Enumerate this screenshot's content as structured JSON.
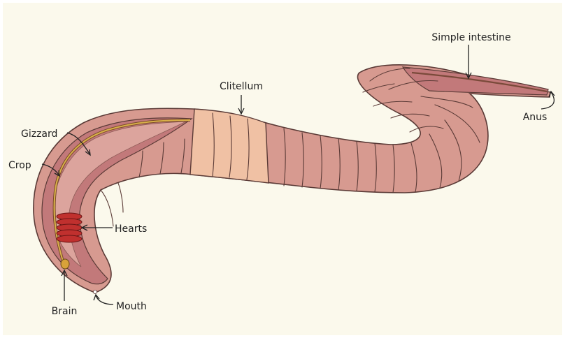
{
  "diagram": {
    "labels": {
      "simple_intestine": "Simple intestine",
      "clitellum": "Clitellum",
      "anus": "Anus",
      "gizzard": "Gizzard",
      "crop": "Crop",
      "hearts": "Hearts",
      "brain": "Brain",
      "mouth": "Mouth"
    }
  },
  "colors": {
    "background": "#fbf9ec",
    "skin": "#d79a90",
    "skin_dark": "#c07d76",
    "inner_cavity": "#c2797a",
    "clitellum": "#f0c1a4",
    "outline": "#5a3a36",
    "nerve_cord": "#d9b04a",
    "hearts": "#c0302e",
    "brain": "#d8a23a"
  }
}
